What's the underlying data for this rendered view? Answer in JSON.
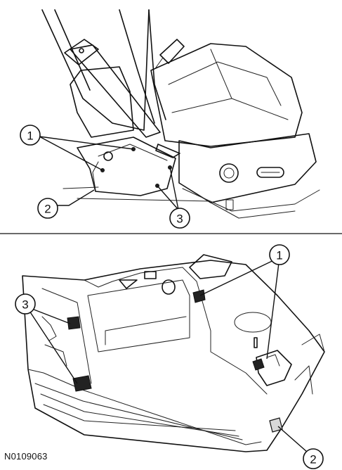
{
  "diagram": {
    "figure_id": "N0109063",
    "top_panel": {
      "callouts": [
        {
          "label": "1"
        },
        {
          "label": "2"
        },
        {
          "label": "3"
        }
      ]
    },
    "bottom_panel": {
      "callouts": [
        {
          "label": "1"
        },
        {
          "label": "2"
        },
        {
          "label": "3"
        }
      ]
    }
  }
}
